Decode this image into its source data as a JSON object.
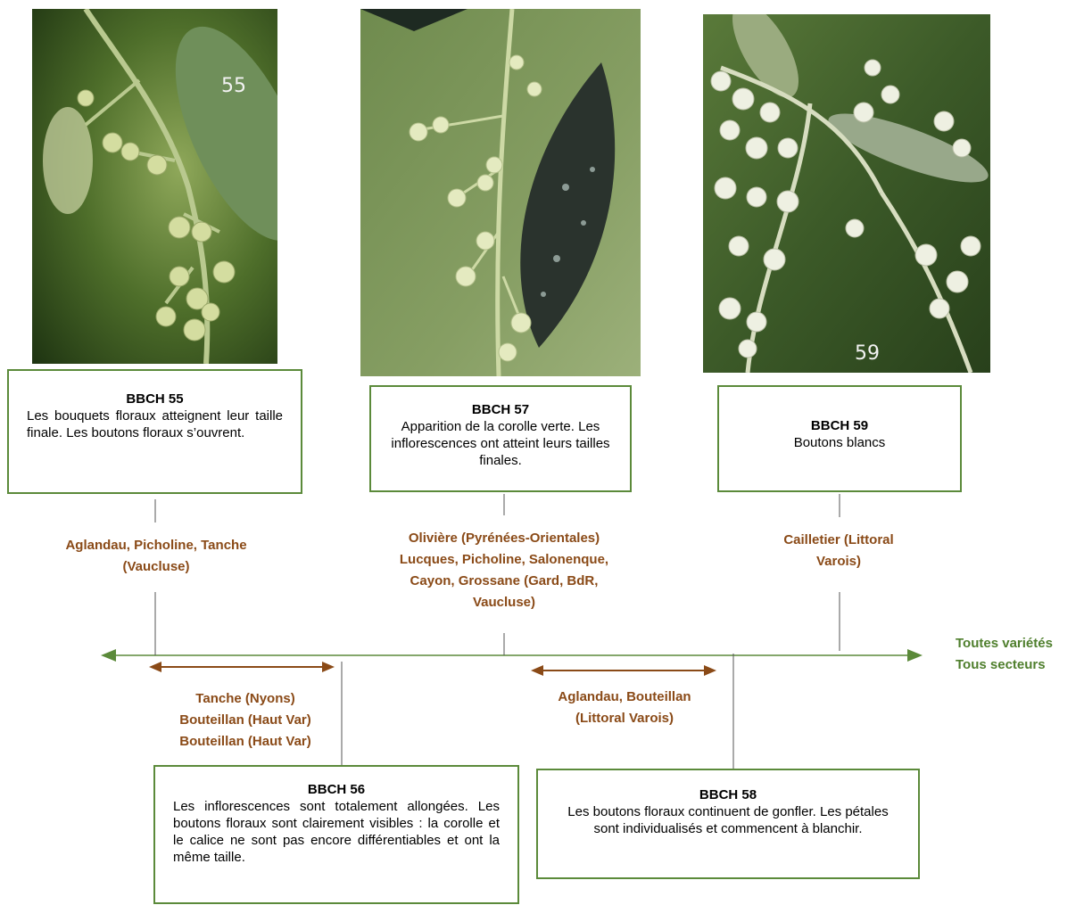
{
  "stages": [
    {
      "code": "BBCH 55",
      "text": "Les bouquets floraux atteignent leur taille finale. Les boutons floraux s’ouvrent.",
      "photo_number": "55",
      "varieties": [
        "Aglandau, Picholine, Tanche",
        "(Vaucluse)"
      ]
    },
    {
      "code": "BBCH 57",
      "text": "Apparition de la corolle verte. Les inflorescences ont atteint leurs tailles finales.",
      "photo_number": "",
      "varieties": [
        "Olivière (Pyrénées-Orientales)",
        "Lucques, Picholine, Salonenque,",
        "Cayon, Grossane (Gard, BdR,",
        "Vaucluse)"
      ]
    },
    {
      "code": "BBCH 59",
      "text": "Boutons blancs",
      "photo_number": "59",
      "varieties": [
        "Cailletier (Littoral",
        "Varois)"
      ]
    },
    {
      "code": "BBCH 56",
      "text": "Les inflorescences sont totalement allongées. Les boutons floraux sont clairement visibles : la corolle et le calice ne sont pas encore différentiables et ont la même taille.",
      "varieties": [
        "Tanche (Nyons)",
        "Bouteillan (Haut Var)",
        "Bouteillan (Haut Var)"
      ]
    },
    {
      "code": "BBCH 58",
      "text": "Les boutons floraux continuent de gonfler. Les pétales sont individualisés et commencent à blanchir.",
      "varieties": [
        "Aglandau, Bouteillan",
        "(Littoral Varois)"
      ]
    }
  ],
  "all_varieties": [
    "Toutes variétés",
    "Tous secteurs"
  ],
  "colors": {
    "box_border": "#5b8a3a",
    "timeline": "#5b8a3a",
    "variety_text": "#8a4a17",
    "all_text": "#4f7f2d",
    "range_arrow": "#8a4a17"
  },
  "photos": [
    "olive-inflorescence-photo-55",
    "olive-inflorescence-photo-57",
    "olive-inflorescence-photo-59"
  ]
}
